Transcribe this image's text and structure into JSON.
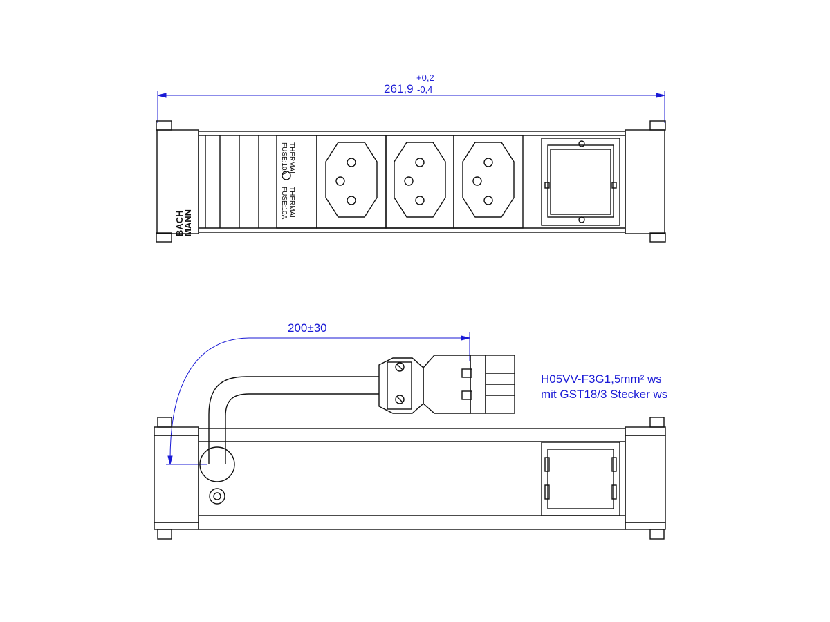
{
  "top_view": {
    "width_dimension": {
      "nominal": "261,9",
      "tol_upper": "+0,2",
      "tol_lower": "-0,4"
    },
    "brand": {
      "line1": "BACH",
      "line2": "MANN"
    },
    "fuse_label_top": {
      "line1": "THERMAL",
      "line2": "FUSE:10A"
    },
    "fuse_label_bottom": {
      "line1": "THERMAL",
      "line2": "FUSE:10A"
    },
    "socket_count": 3,
    "socket_type": "Swiss type T13 socket",
    "module_type": "empty module slot"
  },
  "side_view": {
    "cable_length_dimension": "200±30",
    "cable_spec": {
      "line1": "H05VV-F3G1,5mm² ws",
      "line2": "mit GST18/3  Stecker ws"
    }
  },
  "colors": {
    "dimension": "#1a1ad6",
    "line": "#111111",
    "panel": "#ffffff"
  }
}
